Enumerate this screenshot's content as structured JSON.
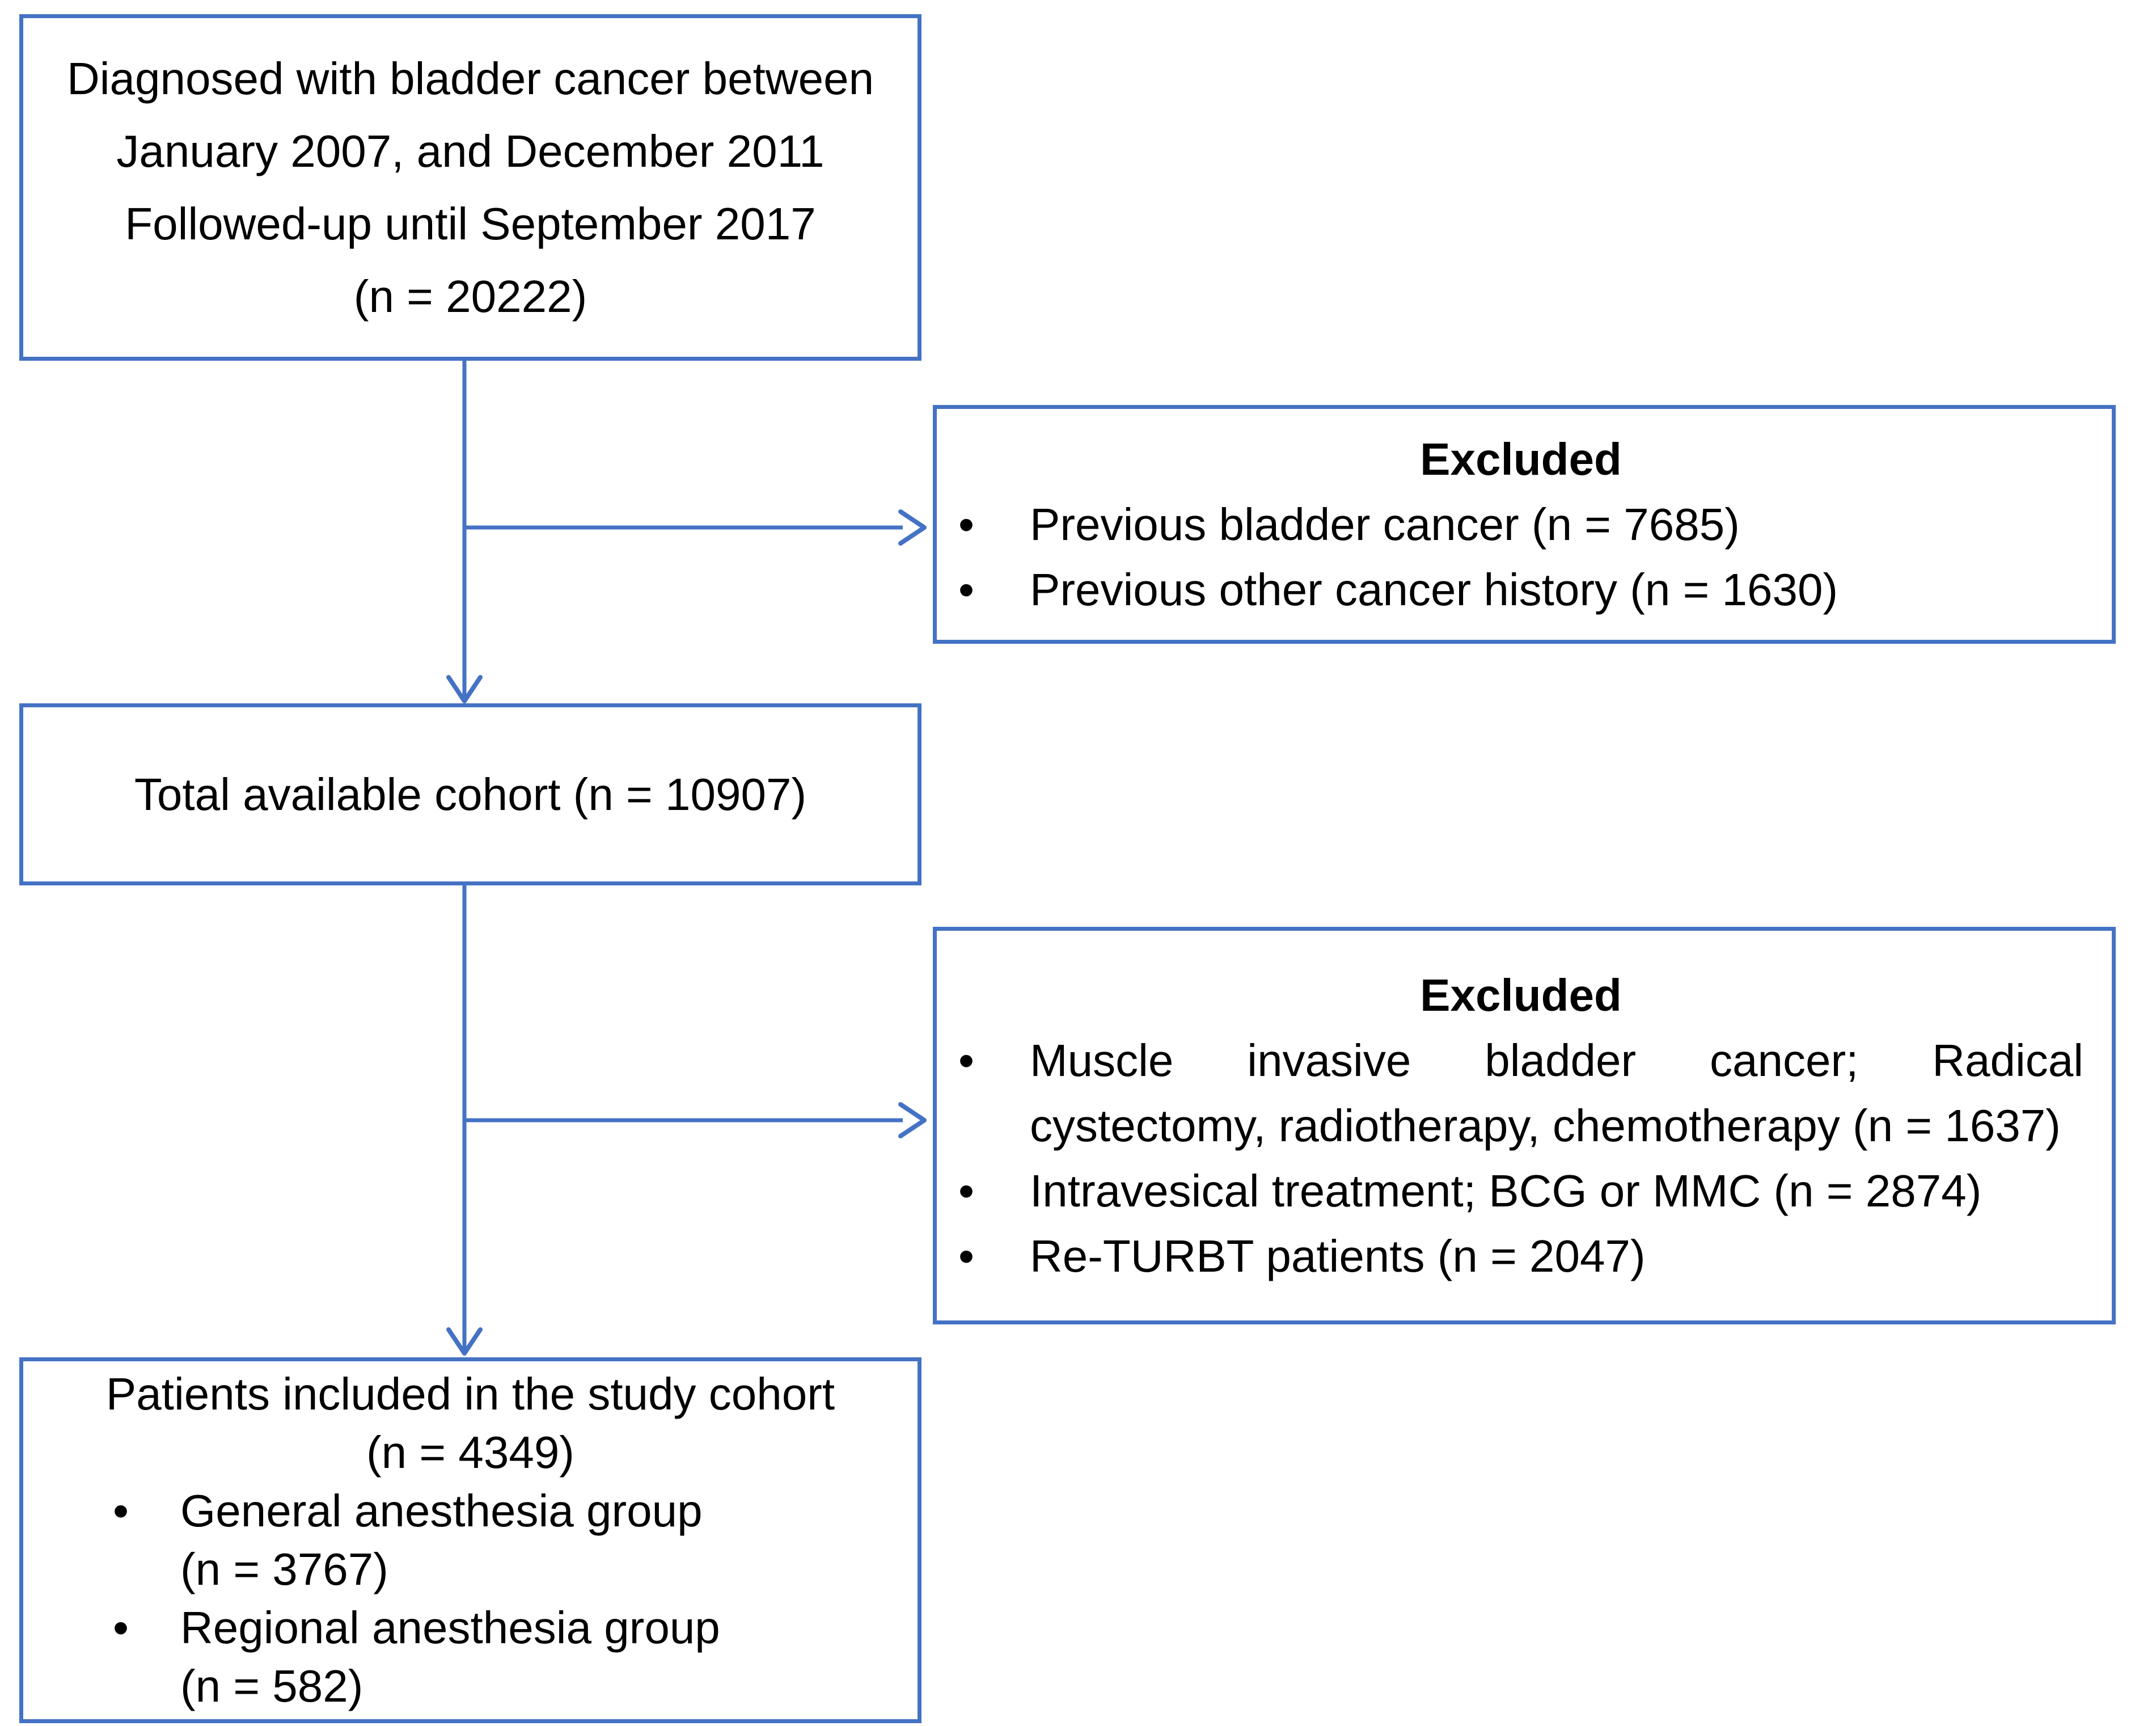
{
  "style": {
    "accent_color": "#4472C4",
    "text_color": "#000000",
    "background_color": "#ffffff",
    "bullet": "•"
  },
  "flowchart": {
    "box_initial": {
      "lines": [
        "Diagnosed with bladder cancer between",
        "January 2007, and December 2011",
        "Followed-up until September 2017",
        "(n = 20222)"
      ]
    },
    "box_excluded_top": {
      "title": "Excluded",
      "items": [
        {
          "text": "Previous bladder cancer (n = 7685)"
        },
        {
          "text": "Previous other cancer history (n = 1630)"
        }
      ]
    },
    "box_total": {
      "text": "Total available cohort (n = 10907)"
    },
    "box_excluded_bottom": {
      "title": "Excluded",
      "items": [
        {
          "line1": "Muscle invasive bladder cancer; Radical",
          "line2": "cystectomy, radiotherapy, chemotherapy (n = 1637)"
        },
        {
          "line1": "Intravesical treatment; BCG or MMC (n = 2874)",
          "line2": ""
        },
        {
          "line1": "Re-TURBT patients (n = 2047)",
          "line2": ""
        }
      ]
    },
    "box_included": {
      "title_lines": [
        "Patients included in the study cohort",
        "(n = 4349)"
      ],
      "items": [
        {
          "line1": "General anesthesia group",
          "line2": "(n = 3767)"
        },
        {
          "line1": "Regional anesthesia group",
          "line2": "(n = 582)"
        }
      ]
    }
  }
}
